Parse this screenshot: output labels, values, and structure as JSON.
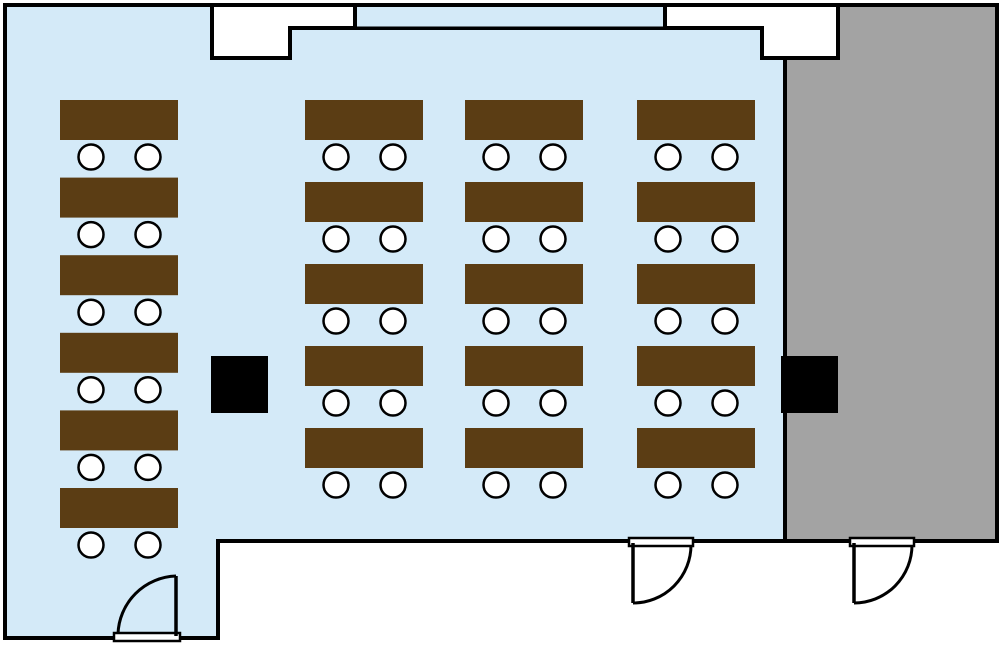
{
  "colors": {
    "room": "#d4eaf8",
    "stage": "#a3a3a3",
    "table": "#5b3d14",
    "seat": "#ffffff",
    "pillar": "#000000",
    "outline": "#000000",
    "background": "#ffffff"
  },
  "layout": {
    "left_column": {
      "tables": 6,
      "seats_per_table": 2
    },
    "center_columns": [
      {
        "tables": 5,
        "seats_per_table": 2
      },
      {
        "tables": 5,
        "seats_per_table": 2
      },
      {
        "tables": 5,
        "seats_per_table": 2
      }
    ],
    "pillars": 2,
    "doors": 3,
    "total_seats": 42
  }
}
